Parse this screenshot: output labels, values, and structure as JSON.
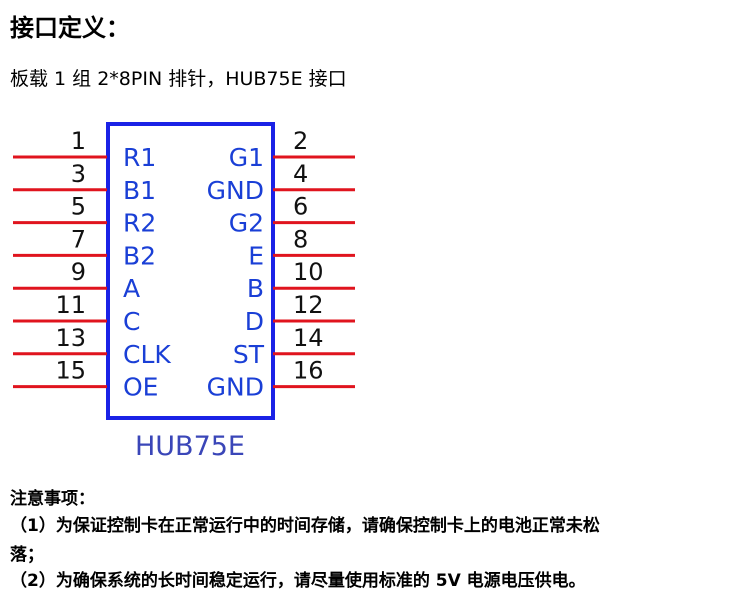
{
  "heading": "接口定义：",
  "subtitle": "板载 1 组 2*8PIN 排针，HUB75E 接口",
  "diagram": {
    "chip_name": "HUB75E",
    "colors": {
      "box": "#1a22e6",
      "pins": "#e0141e",
      "labels": "#1a3fd6"
    },
    "left_pins": [
      {
        "num": "1",
        "label": "R1"
      },
      {
        "num": "3",
        "label": "B1"
      },
      {
        "num": "5",
        "label": "R2"
      },
      {
        "num": "7",
        "label": "B2"
      },
      {
        "num": "9",
        "label": "A"
      },
      {
        "num": "11",
        "label": "C"
      },
      {
        "num": "13",
        "label": "CLK"
      },
      {
        "num": "15",
        "label": "OE"
      }
    ],
    "right_pins": [
      {
        "num": "2",
        "label": "G1"
      },
      {
        "num": "4",
        "label": "GND"
      },
      {
        "num": "6",
        "label": "G2"
      },
      {
        "num": "8",
        "label": "E"
      },
      {
        "num": "10",
        "label": "B"
      },
      {
        "num": "12",
        "label": "D"
      },
      {
        "num": "14",
        "label": "ST"
      },
      {
        "num": "16",
        "label": "GND"
      }
    ]
  },
  "notes": {
    "title": "注意事项：",
    "item1_line1": "（1）为保证控制卡在正常运行中的时间存储，请确保控制卡上的电池正常未松",
    "item1_line2": "落；",
    "item2": "（2）为确保系统的长时间稳定运行，请尽量使用标准的 5V 电源电压供电。"
  }
}
